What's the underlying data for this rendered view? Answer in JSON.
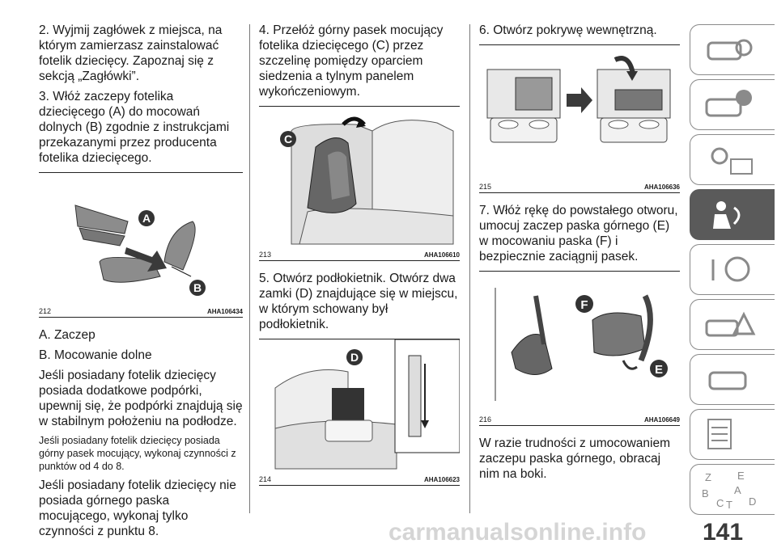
{
  "col1": {
    "p1": "2. Wyjmij zagłówek z miejsca, na którym zamierzasz zainstalować fotelik dziecięcy. Zapoznaj się z sekcją „Zagłówki”.",
    "p2": "3. Włóż zaczepy fotelika dziecięcego (A) do mocowań dolnych (B) zgodnie z instrukcjami przekazanymi przez producenta fotelika dziecięcego.",
    "fig": {
      "num": "212",
      "code": "AHA106434",
      "label_a": "A",
      "label_b": "B"
    },
    "legend_a": "A. Zaczep",
    "legend_b": "B. Mocowanie dolne",
    "p3": "Jeśli posiadany fotelik dziecięcy posiada dodatkowe podpórki, upewnij się, że podpórki znajdują się w stabilnym położeniu na podłodze.",
    "p4": "Jeśli posiadany fotelik dziecięcy posiada górny pasek mocujący, wykonaj czynności z punktów od 4 do 8.",
    "p5": "Jeśli posiadany fotelik dziecięcy nie posiada górnego paska mocującego, wykonaj tylko czynności z punktu 8."
  },
  "col2": {
    "p1": "4. Przełóż górny pasek mocujący fotelika dziecięcego (C) przez szczelinę pomiędzy oparciem siedzenia a tylnym panelem wykończeniowym.",
    "fig1": {
      "num": "213",
      "code": "AHA106610",
      "label": "C"
    },
    "p2": "5. Otwórz podłokietnik. Otwórz dwa zamki (D) znajdujące się w miejscu, w którym schowany był podłokietnik.",
    "fig2": {
      "num": "214",
      "code": "AHA106623",
      "label": "D"
    }
  },
  "col3": {
    "p1": "6. Otwórz pokrywę wewnętrzną.",
    "fig1": {
      "num": "215",
      "code": "AHA106636"
    },
    "p2": "7. Włóż rękę do powstałego otworu, umocuj zaczep paska górnego (E) w mocowaniu paska (F) i bezpiecznie zaciągnij pasek.",
    "fig2": {
      "num": "216",
      "code": "AHA106649",
      "label_f": "F",
      "label_e": "E"
    },
    "p3": "W razie trudności z umocowaniem zaczepu paska górnego, obracaj nim na boki."
  },
  "sidebar": {
    "tabs": [
      "car-info-tab-icon",
      "car-warning-tab-icon",
      "lights-mail-tab-icon",
      "safety-airbag-tab-icon",
      "steering-key-tab-icon",
      "roadside-emergency-tab-icon",
      "car-service-tab-icon",
      "specs-list-tab-icon",
      "index-letters-tab-icon"
    ],
    "active_index": 3,
    "letters": [
      "Z",
      "E",
      "B",
      "C",
      "T",
      "A",
      "D"
    ]
  },
  "page_number": "141",
  "watermark": "carmanualsonline.info"
}
